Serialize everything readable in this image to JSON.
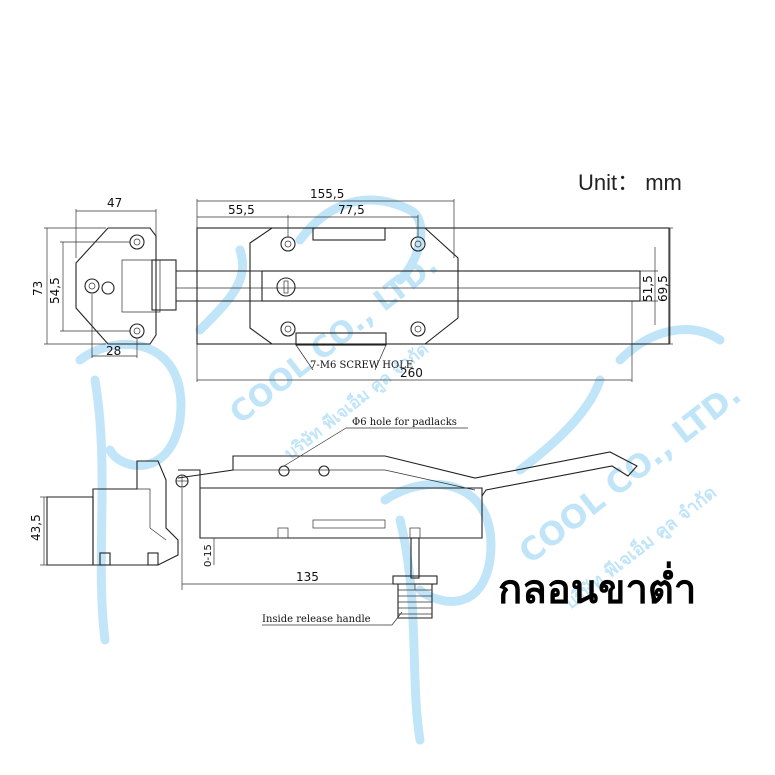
{
  "unit_label": "Unit： mm",
  "title_thai": "กลอนขาต่ำ",
  "watermark": {
    "company_en": "COOL CO., LTD.",
    "company_th": "บริษัท พีเจเอ็ม คูล จำกัด",
    "color": "#8fd0f4"
  },
  "top_view": {
    "dim_width": "47",
    "dim_height_outer": "73",
    "dim_height_inner": "54,5",
    "dim_base": "28",
    "dim_overall_latch": "155,5",
    "dim_hole_left": "55,5",
    "dim_hole_right": "77,5",
    "dim_height_small": "51,5",
    "dim_height_large": "69,5",
    "dim_total_length": "260",
    "screw_note": "7-M6 SCREW HOLE"
  },
  "side_view": {
    "dim_height": "43,5",
    "dim_gap": "0-15",
    "dim_length": "135",
    "padlock_note": "Φ6 hole for padlacks",
    "release_note": "Inside release handle"
  }
}
